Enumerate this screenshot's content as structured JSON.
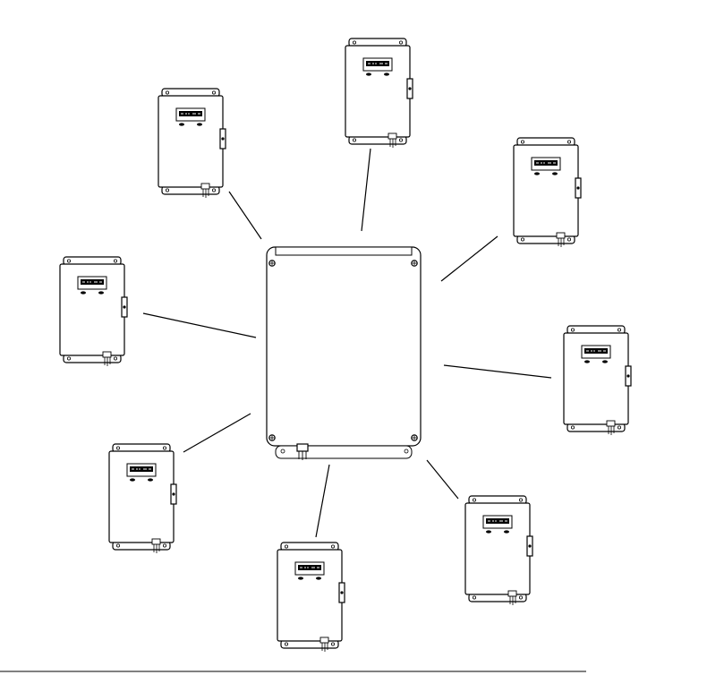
{
  "diagram": {
    "hub": {
      "name": "central-enclosure",
      "display_text": ""
    },
    "satellites": [
      {
        "name": "satellite-top-left",
        "display_text": ""
      },
      {
        "name": "satellite-top-center",
        "display_text": ""
      },
      {
        "name": "satellite-top-right",
        "display_text": ""
      },
      {
        "name": "satellite-left",
        "display_text": ""
      },
      {
        "name": "satellite-right",
        "display_text": ""
      },
      {
        "name": "satellite-bottom-left",
        "display_text": ""
      },
      {
        "name": "satellite-bottom-center",
        "display_text": ""
      },
      {
        "name": "satellite-bottom-right",
        "display_text": ""
      }
    ],
    "stroke_color": "#000000",
    "background_color": "#ffffff",
    "connections": 8
  }
}
